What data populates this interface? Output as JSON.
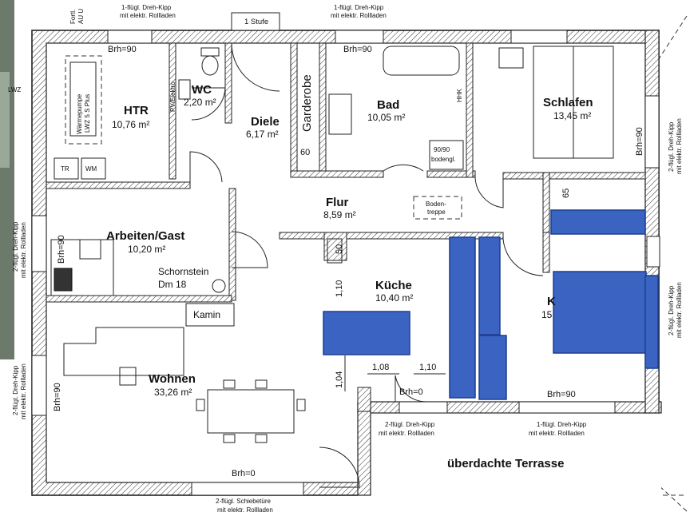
{
  "rooms": {
    "htr": {
      "name": "HTR",
      "area": "10,76 m²"
    },
    "wc": {
      "name": "WC",
      "area": "2,20 m²"
    },
    "diele": {
      "name": "Diele",
      "area": "6,17 m²"
    },
    "garderobe": {
      "name": "Garderobe"
    },
    "bad": {
      "name": "Bad",
      "area": "10,05 m²"
    },
    "schlafen": {
      "name": "Schlafen",
      "area": "13,45 m²"
    },
    "flur": {
      "name": "Flur",
      "area": "8,59 m²"
    },
    "arbeiten": {
      "name": "Arbeiten/Gast",
      "area": "10,20 m²"
    },
    "kueche": {
      "name": "Küche",
      "area": "10,40 m²"
    },
    "kind": {
      "name": "K",
      "area": "15"
    },
    "wohnen": {
      "name": "Wohnen",
      "area": "33,26 m²"
    },
    "terrasse": {
      "name": "überdachte Terrasse"
    }
  },
  "labels": {
    "brh90_htr": "Brh=90",
    "brh90_bad": "Brh=90",
    "brh90_schlafen": "Brh=90",
    "brh90_arbeiten": "Brh=90",
    "brh90_wohnen": "Brh=90",
    "brh90_kind": "Brh=90",
    "brh0_kueche": "Brh=0",
    "brh0_wohnen": "Brh=0",
    "stufe": "1 Stufe",
    "waermepumpe": "Wärmepumpe",
    "waermepumpe_model": "LWZ 5 S Plus",
    "tr": "TR",
    "wm": "WM",
    "lwz": "LWZ",
    "pv": "PV/Elektro",
    "hhk": "HHK",
    "shower_size": "90/90",
    "shower_type": "bodengl.",
    "boden1": "Boden-",
    "boden2": "treppe",
    "schornstein": "Schornstein",
    "dm": "Dm 18",
    "kamin": "Kamin",
    "fortluft": "Fortl.",
    "au": "AU U"
  },
  "dims": {
    "d60": "60",
    "d65": "65",
    "d50": "50",
    "d110v": "1,10",
    "d104": "1,04",
    "d108": "1,08",
    "d110h": "1,10"
  },
  "windows": {
    "top_left_1": "1-flügl. Dreh-Kipp",
    "top_left_2": "mit elektr. Rollladen",
    "top_right_1": "1-flügl. Dreh-Kipp",
    "top_right_2": "mit elektr. Rollladen",
    "right_top_1": "2-flügl. Dreh-Kipp",
    "right_top_2": "mit elektr. Rollladen",
    "right_bot_1": "2-flügl. Dreh-Kipp",
    "right_bot_2": "mit elektr. Rollladen",
    "left_top_1": "2-flügl. Dreh-Kipp",
    "left_top_2": "mit elektr. Rollladen",
    "left_bot_1": "2-flügl. Dreh-Kipp",
    "left_bot_2": "mit elektr. Rollladen",
    "kueche_1": "2-flügl. Dreh-Kipp",
    "kueche_2": "mit elektr. Rollladen",
    "kind_1": "1-flügl. Dreh-Kipp",
    "kind_2": "mit elektr. Rollladen",
    "wohnen_1": "2-flügl. Schiebetüre",
    "wohnen_2": "mit elektr. Rollladen"
  },
  "colors": {
    "overlay_blue": "#3a63c2",
    "wall_hatch": "#222222"
  }
}
